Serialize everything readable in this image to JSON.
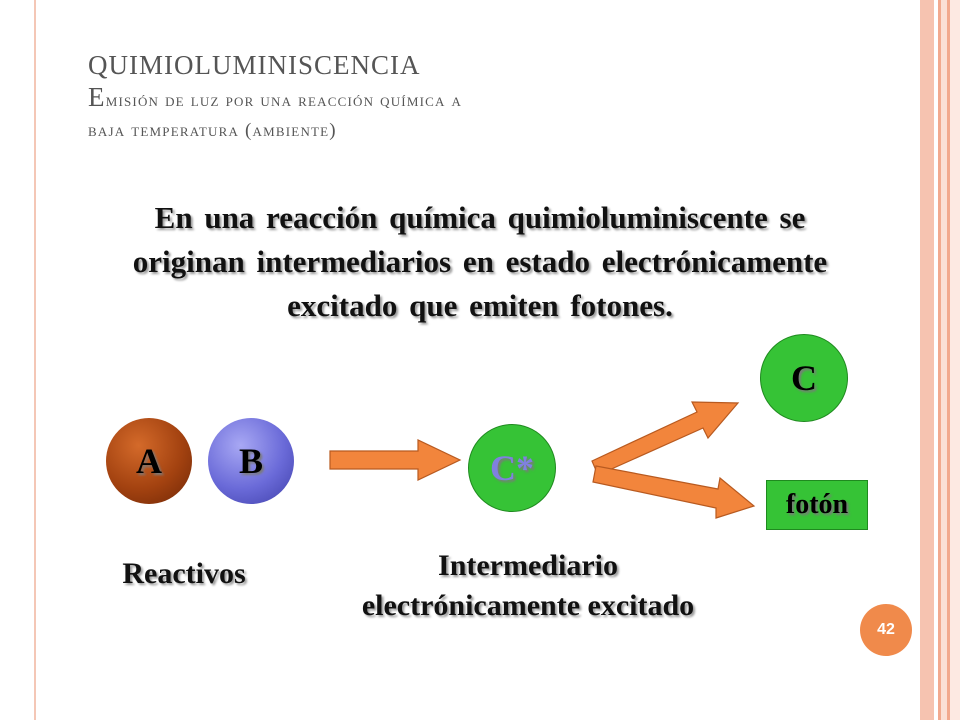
{
  "title": {
    "line1": "QUIMIOLUMINISCENCIA",
    "line2": "Emisión de luz por una reacción química a",
    "line3": "baja temperatura (ambiente)"
  },
  "intro_text": "En una reacción química quimioluminiscente se originan intermediarios en estado electrónicamente excitado que emiten fotones.",
  "diagram": {
    "reactant_a": "A",
    "reactant_b": "B",
    "intermediate": "C*",
    "product": "C",
    "photon": "fotón",
    "label_reactants": "Reactivos",
    "label_intermediate_line1": "Intermediario",
    "label_intermediate_line2": "electrónicamente excitado"
  },
  "page_number": "42",
  "colors": {
    "accent_orange": "#f08a4b",
    "arrow_fill": "#f2853c",
    "species_green": "#36c336",
    "reactant_a": "#a34210",
    "reactant_b": "#6a6ad8"
  }
}
